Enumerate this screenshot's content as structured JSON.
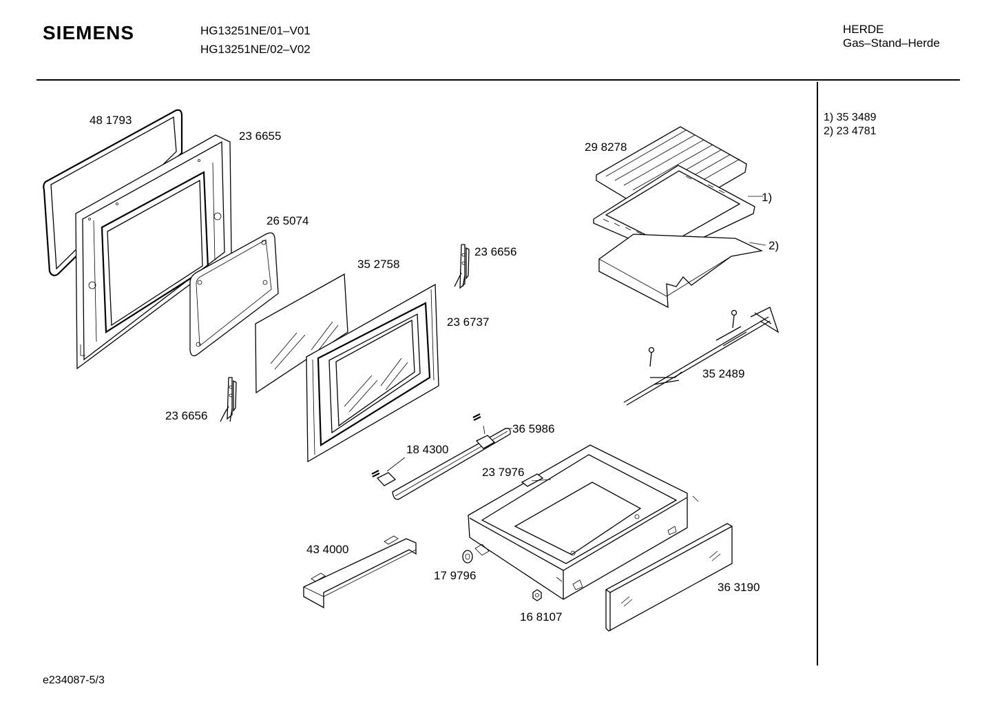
{
  "header": {
    "brand": "SIEMENS",
    "models": [
      "HG13251NE/01–V01",
      "HG13251NE/02–V02"
    ],
    "category": "HERDE",
    "subcategory": "Gas–Stand–Herde"
  },
  "notes": [
    "1) 35 3489",
    "2) 23 4781"
  ],
  "footer": "e234087-5/3",
  "parts": [
    {
      "id": "p-481793",
      "label": "48 1793"
    },
    {
      "id": "p-236655",
      "label": "23 6655"
    },
    {
      "id": "p-265074",
      "label": "26 5074"
    },
    {
      "id": "p-352758",
      "label": "35 2758"
    },
    {
      "id": "p-236656a",
      "label": "23 6656"
    },
    {
      "id": "p-236737",
      "label": "23 6737"
    },
    {
      "id": "p-236656b",
      "label": "23 6656"
    },
    {
      "id": "p-298278",
      "label": "29 8278"
    },
    {
      "id": "p-ref1",
      "label": "1)"
    },
    {
      "id": "p-ref2",
      "label": "2)"
    },
    {
      "id": "p-352489",
      "label": "35 2489"
    },
    {
      "id": "p-365986",
      "label": "36 5986"
    },
    {
      "id": "p-184300",
      "label": "18 4300"
    },
    {
      "id": "p-237976",
      "label": "23 7976"
    },
    {
      "id": "p-434000",
      "label": "43 4000"
    },
    {
      "id": "p-179796",
      "label": "17 9796"
    },
    {
      "id": "p-363190",
      "label": "36 3190"
    },
    {
      "id": "p-168107",
      "label": "16 8107"
    }
  ]
}
